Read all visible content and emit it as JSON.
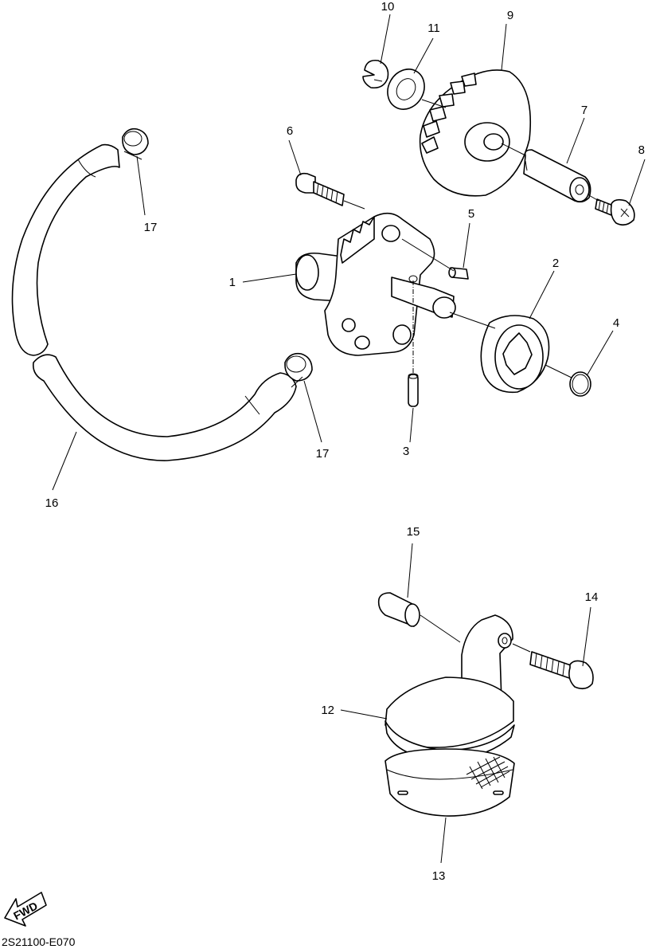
{
  "callouts": {
    "c1": "1",
    "c2": "2",
    "c3": "3",
    "c4": "4",
    "c5": "5",
    "c6": "6",
    "c7": "7",
    "c8": "8",
    "c9": "9",
    "c10": "10",
    "c11": "11",
    "c12": "12",
    "c13": "13",
    "c14": "14",
    "c15": "15",
    "c16": "16",
    "c17a": "17",
    "c17b": "17"
  },
  "fwd_label": "FWD",
  "diagram_code": "2S21100-E070",
  "icons": [
    "fwd-arrow-icon"
  ]
}
